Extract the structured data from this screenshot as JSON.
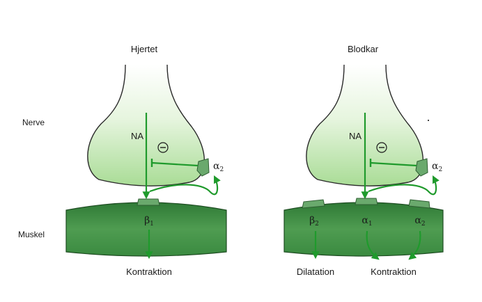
{
  "colors": {
    "terminal_fill_top": "#ffffff",
    "terminal_fill_bottom": "#a9dc96",
    "muscle_dark": "#2f7a36",
    "muscle_light": "#4d9a4f",
    "receptor": "#5a9c5e",
    "arrow": "#1f9a2c",
    "outline": "#2a2a2a"
  },
  "row_labels": {
    "nerve": "Nerve",
    "muscle": "Muskel"
  },
  "panels": [
    {
      "title": "Hjertet",
      "transmitter": "NA",
      "inhibition_symbol": "⊖",
      "presynaptic_receptor": {
        "symbol": "α",
        "subscript": "2"
      },
      "postsynaptic_receptors": [
        {
          "symbol": "β",
          "subscript": "1"
        }
      ],
      "effects": [
        "Kontraktion"
      ]
    },
    {
      "title": "Blodkar",
      "transmitter": "NA",
      "inhibition_symbol": "⊖",
      "presynaptic_receptor": {
        "symbol": "α",
        "subscript": "2"
      },
      "postsynaptic_receptors": [
        {
          "symbol": "β",
          "subscript": "2"
        },
        {
          "symbol": "α",
          "subscript": "1"
        },
        {
          "symbol": "α",
          "subscript": "2"
        }
      ],
      "effects": [
        "Dilatation",
        "Kontraktion"
      ]
    }
  ]
}
